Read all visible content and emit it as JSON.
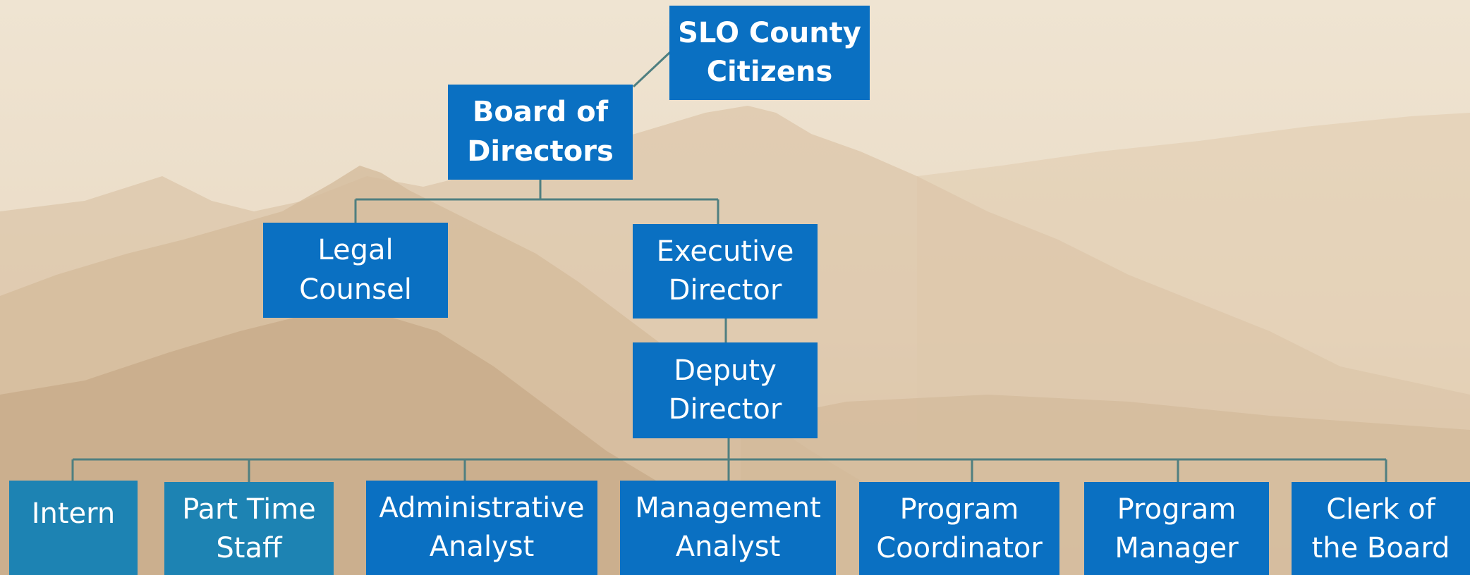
{
  "colors": {
    "node_primary": "#0a70c2",
    "node_secondary": "#1d83b3",
    "connector": "#4f7f80"
  },
  "nodes": {
    "citizens": "SLO County\nCitizens",
    "board": "Board of\nDirectors",
    "legal": "Legal\nCounsel",
    "executive": "Executive\nDirector",
    "deputy": "Deputy\nDirector",
    "intern": "Intern",
    "part_time": "Part Time\nStaff",
    "admin_analyst": "Administrative\nAnalyst",
    "mgmt_analyst": "Management\nAnalyst",
    "prog_coord": "Program\nCoordinator",
    "prog_mgr": "Program\nManager",
    "clerk": "Clerk of\nthe Board"
  }
}
